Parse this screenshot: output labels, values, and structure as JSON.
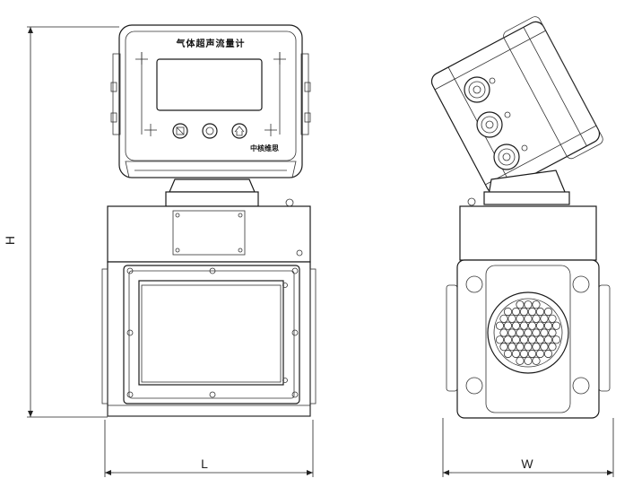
{
  "device": {
    "title": "气体超声流量计",
    "brand": "中核维思"
  },
  "dimensions": {
    "height_label": "H",
    "length_label": "L",
    "width_label": "W"
  },
  "buttons": [
    {
      "icon": "menu-icon"
    },
    {
      "icon": "circle-icon"
    },
    {
      "icon": "home-icon"
    }
  ]
}
